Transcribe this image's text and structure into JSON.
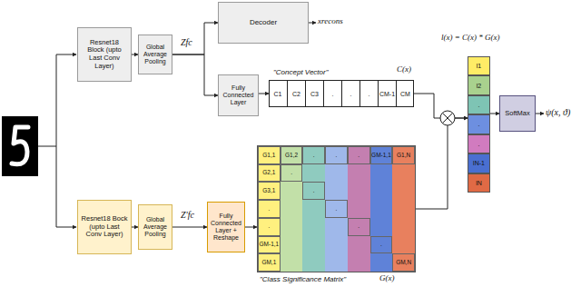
{
  "diagram": {
    "nodes": [
      {
        "text": [
          "Resnet18 Block (upto Last Conv Layer)"
        ]
      },
      {
        "text": [
          "Global Average Pooling"
        ]
      },
      {
        "text": [
          "Decoder"
        ]
      },
      {
        "text": [
          "Fully Connected Layer"
        ]
      },
      {
        "text": [
          "\"Concept Vector\"",
          "C1",
          "C2",
          "C3",
          ".",
          ".",
          ".",
          "CM-1",
          "CM"
        ]
      },
      {
        "text": [
          "l1",
          "l2",
          ".",
          ".",
          ".",
          "lN-1",
          "lN"
        ]
      },
      {
        "text": [
          "SoftMax"
        ]
      },
      {
        "text": [
          "Resnet18 Bock (upto Last Conv Layer)"
        ]
      },
      {
        "text": [
          "Global Average Pooling"
        ]
      },
      {
        "text": [
          "Fully Connected Layer + Reshape"
        ]
      },
      {
        "text": [
          "G1,1",
          "G1,2",
          ".",
          ".",
          ".",
          "GM-1,1",
          "G1,N",
          "G2,1",
          ".",
          "G3,1",
          ".",
          ".",
          ".",
          ".",
          ".",
          "GM-1,1",
          ".",
          "GM,1",
          "GM,N",
          "\"Class Significance Matrix\""
        ]
      }
    ],
    "edges": [
      {
        "from": 0,
        "to": 1,
        "arrow": "to"
      },
      {
        "from": 1,
        "to": 2,
        "arrow": "to"
      },
      {
        "from": 1,
        "to": 3,
        "arrow": "to"
      },
      {
        "from": 3,
        "to": 4,
        "arrow": "to"
      },
      {
        "from": 4,
        "to": 5,
        "arrow": "to"
      },
      {
        "from": 10,
        "to": 5,
        "arrow": "to"
      },
      {
        "from": 5,
        "to": 6,
        "arrow": "to"
      },
      {
        "from": 7,
        "to": 8,
        "arrow": "to"
      },
      {
        "from": 8,
        "to": 9,
        "arrow": "to"
      },
      {
        "from": 9,
        "to": 10,
        "arrow": "to"
      }
    ],
    "labels": [
      "Zfc",
      "xrecons",
      "C(x)",
      "l(x) = C(x) * G(x)",
      "ψ(x, ϑ)",
      "Z'fc",
      "G(x)"
    ]
  }
}
